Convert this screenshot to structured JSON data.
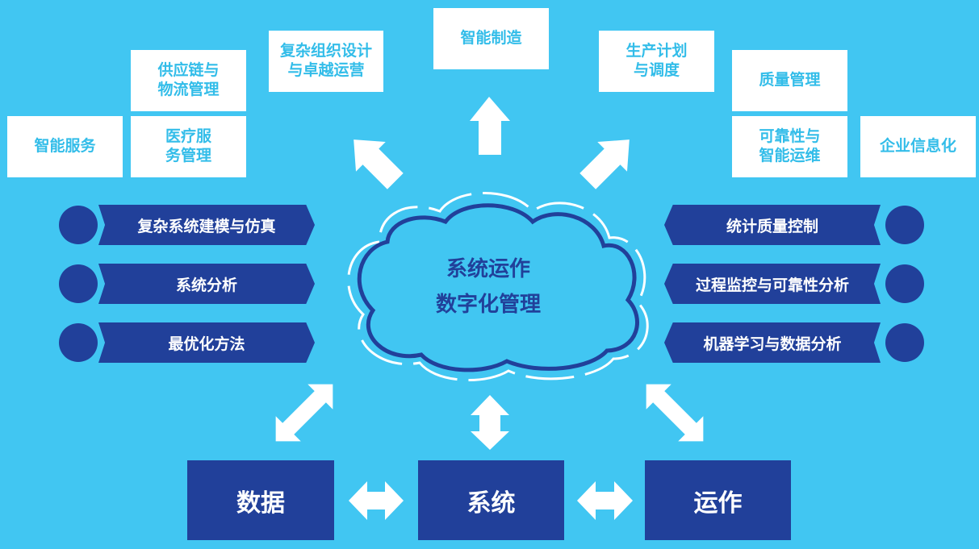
{
  "top_boxes": {
    "smart_manufacturing": "智能制造",
    "complex_org_design": [
      "复杂组织设计",
      "与卓越运营"
    ],
    "supply_chain": [
      "供应链与",
      "物流管理"
    ],
    "smart_service": "智能服务",
    "medical_service": [
      "医疗服",
      "务管理"
    ],
    "production_planning": [
      "生产计划",
      "与调度"
    ],
    "quality_management": "质量管理",
    "reliability": [
      "可靠性与",
      "智能运维"
    ],
    "enterprise_info": "企业信息化"
  },
  "left_banners": [
    "复杂系统建模与仿真",
    "系统分析",
    "最优化方法"
  ],
  "right_banners": [
    "统计质量控制",
    "过程监控与可靠性分析",
    "机器学习与数据分析"
  ],
  "cloud": {
    "line1": "系统运作",
    "line2": "数字化管理"
  },
  "bottom_boxes": {
    "data": "数据",
    "system": "系统",
    "operation": "运作"
  },
  "colors": {
    "background": "#41c6f2",
    "navy": "#21409a",
    "white": "#ffffff",
    "box_text": "#33bde9"
  }
}
